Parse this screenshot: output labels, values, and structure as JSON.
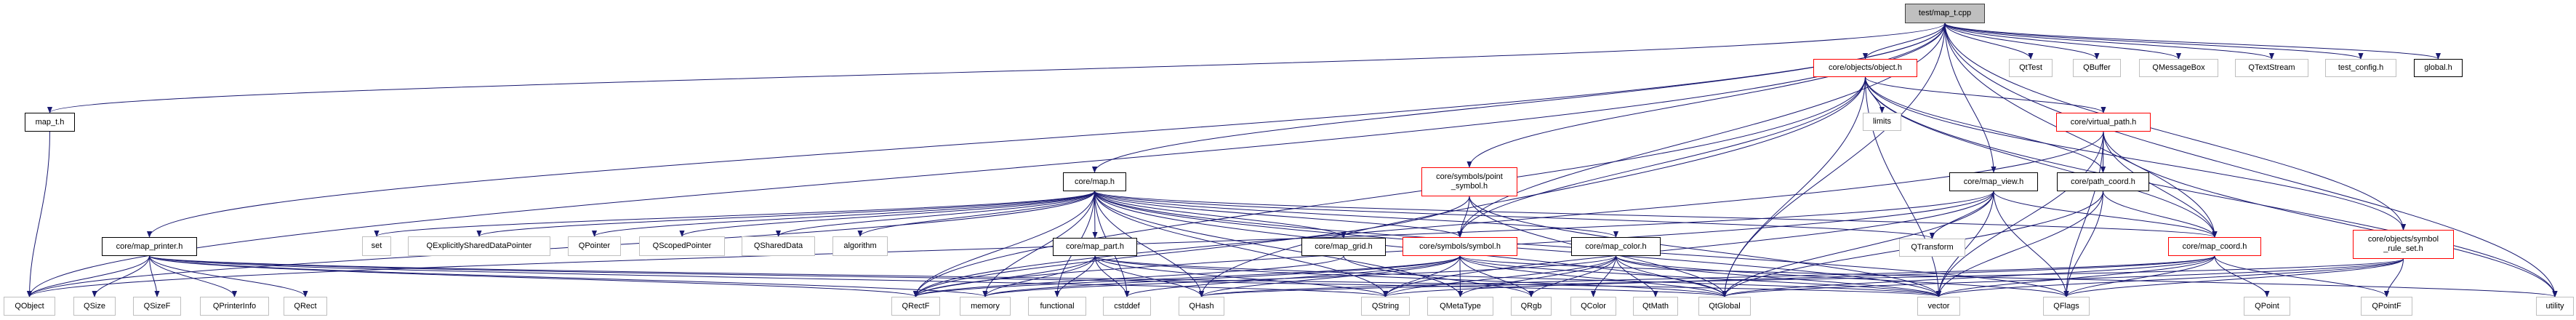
{
  "title": "test/map_t.cpp",
  "colors": {
    "edge": "#191970",
    "root_fill": "#bfbfbf",
    "local_border": "#000000",
    "truncated_border": "#ff0000",
    "external_border": "#bfbfbf"
  },
  "legend_kinds": {
    "root": "file being documented",
    "local": "documented header",
    "trunc": "header with truncated include graph",
    "ext": "external / system header"
  },
  "nodes": [
    {
      "id": "root",
      "label": "test/map_t.cpp",
      "kind": "root"
    },
    {
      "id": "map_t_h",
      "label": "map_t.h",
      "kind": "local"
    },
    {
      "id": "object_h",
      "label": "core/objects/object.h",
      "kind": "trunc"
    },
    {
      "id": "QtTest",
      "label": "QtTest",
      "kind": "ext"
    },
    {
      "id": "QBuffer",
      "label": "QBuffer",
      "kind": "ext"
    },
    {
      "id": "QMessageBox",
      "label": "QMessageBox",
      "kind": "ext"
    },
    {
      "id": "QTextStream",
      "label": "QTextStream",
      "kind": "ext"
    },
    {
      "id": "test_config_h",
      "label": "test_config.h",
      "kind": "ext"
    },
    {
      "id": "global_h",
      "label": "global.h",
      "kind": "local"
    },
    {
      "id": "limits",
      "label": "limits",
      "kind": "ext"
    },
    {
      "id": "virtual_path_h",
      "label": "core/virtual_path.h",
      "kind": "trunc"
    },
    {
      "id": "map_h",
      "label": "core/map.h",
      "kind": "local"
    },
    {
      "id": "point_symbol_h",
      "label": "core/symbols/point\n_symbol.h",
      "kind": "trunc"
    },
    {
      "id": "map_view_h",
      "label": "core/map_view.h",
      "kind": "local"
    },
    {
      "id": "path_coord_h",
      "label": "core/path_coord.h",
      "kind": "local"
    },
    {
      "id": "map_printer_h",
      "label": "core/map_printer.h",
      "kind": "local"
    },
    {
      "id": "set",
      "label": "set",
      "kind": "ext"
    },
    {
      "id": "QExplicitlySharedDataPointer",
      "label": "QExplicitlySharedDataPointer",
      "kind": "ext"
    },
    {
      "id": "QPointer",
      "label": "QPointer",
      "kind": "ext"
    },
    {
      "id": "QScopedPointer",
      "label": "QScopedPointer",
      "kind": "ext"
    },
    {
      "id": "QSharedData",
      "label": "QSharedData",
      "kind": "ext"
    },
    {
      "id": "algorithm",
      "label": "algorithm",
      "kind": "ext"
    },
    {
      "id": "map_part_h",
      "label": "core/map_part.h",
      "kind": "local"
    },
    {
      "id": "map_grid_h",
      "label": "core/map_grid.h",
      "kind": "local"
    },
    {
      "id": "symbol_h",
      "label": "core/symbols/symbol.h",
      "kind": "trunc"
    },
    {
      "id": "map_color_h",
      "label": "core/map_color.h",
      "kind": "local"
    },
    {
      "id": "QTransform",
      "label": "QTransform",
      "kind": "ext"
    },
    {
      "id": "map_coord_h",
      "label": "core/map_coord.h",
      "kind": "trunc"
    },
    {
      "id": "symbol_rule_set_h",
      "label": "core/objects/symbol\n_rule_set.h",
      "kind": "trunc"
    },
    {
      "id": "QObject",
      "label": "QObject",
      "kind": "ext"
    },
    {
      "id": "QSize",
      "label": "QSize",
      "kind": "ext"
    },
    {
      "id": "QSizeF",
      "label": "QSizeF",
      "kind": "ext"
    },
    {
      "id": "QPrinterInfo",
      "label": "QPrinterInfo",
      "kind": "ext"
    },
    {
      "id": "QRect",
      "label": "QRect",
      "kind": "ext"
    },
    {
      "id": "QRectF",
      "label": "QRectF",
      "kind": "ext"
    },
    {
      "id": "memory",
      "label": "memory",
      "kind": "ext"
    },
    {
      "id": "functional",
      "label": "functional",
      "kind": "ext"
    },
    {
      "id": "cstddef",
      "label": "cstddef",
      "kind": "ext"
    },
    {
      "id": "QHash",
      "label": "QHash",
      "kind": "ext"
    },
    {
      "id": "QString",
      "label": "QString",
      "kind": "ext"
    },
    {
      "id": "QMetaType",
      "label": "QMetaType",
      "kind": "ext"
    },
    {
      "id": "QRgb",
      "label": "QRgb",
      "kind": "ext"
    },
    {
      "id": "QColor",
      "label": "QColor",
      "kind": "ext"
    },
    {
      "id": "QtMath",
      "label": "QtMath",
      "kind": "ext"
    },
    {
      "id": "QtGlobal",
      "label": "QtGlobal",
      "kind": "ext"
    },
    {
      "id": "vector",
      "label": "vector",
      "kind": "ext"
    },
    {
      "id": "QFlags",
      "label": "QFlags",
      "kind": "ext"
    },
    {
      "id": "QPoint",
      "label": "QPoint",
      "kind": "ext"
    },
    {
      "id": "QPointF",
      "label": "QPointF",
      "kind": "ext"
    },
    {
      "id": "utility",
      "label": "utility",
      "kind": "ext"
    }
  ],
  "edges": [
    [
      "root",
      "map_t_h"
    ],
    [
      "root",
      "object_h"
    ],
    [
      "root",
      "QtTest"
    ],
    [
      "root",
      "QBuffer"
    ],
    [
      "root",
      "QMessageBox"
    ],
    [
      "root",
      "QTextStream"
    ],
    [
      "root",
      "test_config_h"
    ],
    [
      "root",
      "global_h"
    ],
    [
      "root",
      "map_h"
    ],
    [
      "root",
      "map_view_h"
    ],
    [
      "root",
      "map_printer_h"
    ],
    [
      "root",
      "point_symbol_h"
    ],
    [
      "root",
      "symbol_h"
    ],
    [
      "root",
      "map_coord_h"
    ],
    [
      "root",
      "QtGlobal"
    ],
    [
      "root",
      "utility"
    ],
    [
      "root",
      "symbol_rule_set_h"
    ],
    [
      "root",
      "QObject"
    ],
    [
      "map_t_h",
      "QObject"
    ],
    [
      "object_h",
      "limits"
    ],
    [
      "object_h",
      "virtual_path_h"
    ],
    [
      "object_h",
      "path_coord_h"
    ],
    [
      "object_h",
      "map_coord_h"
    ],
    [
      "object_h",
      "symbol_h"
    ],
    [
      "object_h",
      "QRectF"
    ],
    [
      "object_h",
      "QHash"
    ],
    [
      "object_h",
      "vector"
    ],
    [
      "object_h",
      "QtGlobal"
    ],
    [
      "object_h",
      "utility"
    ],
    [
      "object_h",
      "symbol_rule_set_h"
    ],
    [
      "virtual_path_h",
      "path_coord_h"
    ],
    [
      "virtual_path_h",
      "map_coord_h"
    ],
    [
      "virtual_path_h",
      "QRectF"
    ],
    [
      "virtual_path_h",
      "vector"
    ],
    [
      "virtual_path_h",
      "QFlags"
    ],
    [
      "virtual_path_h",
      "utility"
    ],
    [
      "map_h",
      "QObject"
    ],
    [
      "map_h",
      "set"
    ],
    [
      "map_h",
      "QExplicitlySharedDataPointer"
    ],
    [
      "map_h",
      "QPointer"
    ],
    [
      "map_h",
      "QScopedPointer"
    ],
    [
      "map_h",
      "QSharedData"
    ],
    [
      "map_h",
      "algorithm"
    ],
    [
      "map_h",
      "map_part_h"
    ],
    [
      "map_h",
      "map_grid_h"
    ],
    [
      "map_h",
      "symbol_h"
    ],
    [
      "map_h",
      "map_color_h"
    ],
    [
      "map_h",
      "map_coord_h"
    ],
    [
      "map_h",
      "QRectF"
    ],
    [
      "map_h",
      "memory"
    ],
    [
      "map_h",
      "functional"
    ],
    [
      "map_h",
      "cstddef"
    ],
    [
      "map_h",
      "QHash"
    ],
    [
      "map_h",
      "QString"
    ],
    [
      "map_h",
      "QMetaType"
    ],
    [
      "map_h",
      "QtGlobal"
    ],
    [
      "map_h",
      "vector"
    ],
    [
      "map_h",
      "QTransform"
    ],
    [
      "map_h",
      "QFlags"
    ],
    [
      "point_symbol_h",
      "symbol_h"
    ],
    [
      "point_symbol_h",
      "vector"
    ],
    [
      "point_symbol_h",
      "QtGlobal"
    ],
    [
      "point_symbol_h",
      "QRectF"
    ],
    [
      "map_view_h",
      "QTransform"
    ],
    [
      "map_view_h",
      "QObject"
    ],
    [
      "map_view_h",
      "map_coord_h"
    ],
    [
      "map_view_h",
      "QtGlobal"
    ],
    [
      "map_view_h",
      "vector"
    ],
    [
      "map_view_h",
      "QFlags"
    ],
    [
      "map_view_h",
      "QRectF"
    ],
    [
      "map_view_h",
      "QString"
    ],
    [
      "path_coord_h",
      "map_coord_h"
    ],
    [
      "path_coord_h",
      "vector"
    ],
    [
      "path_coord_h",
      "QtGlobal"
    ],
    [
      "path_coord_h",
      "QFlags"
    ],
    [
      "map_printer_h",
      "QObject"
    ],
    [
      "map_printer_h",
      "QSize"
    ],
    [
      "map_printer_h",
      "QSizeF"
    ],
    [
      "map_printer_h",
      "QPrinterInfo"
    ],
    [
      "map_printer_h",
      "QRect"
    ],
    [
      "map_printer_h",
      "QRectF"
    ],
    [
      "map_printer_h",
      "memory"
    ],
    [
      "map_printer_h",
      "QString"
    ],
    [
      "map_printer_h",
      "vector"
    ],
    [
      "map_printer_h",
      "QtGlobal"
    ],
    [
      "map_part_h",
      "memory"
    ],
    [
      "map_part_h",
      "functional"
    ],
    [
      "map_part_h",
      "cstddef"
    ],
    [
      "map_part_h",
      "QHash"
    ],
    [
      "map_part_h",
      "QString"
    ],
    [
      "map_part_h",
      "vector"
    ],
    [
      "map_part_h",
      "QtGlobal"
    ],
    [
      "map_part_h",
      "QRectF"
    ],
    [
      "map_grid_h",
      "QRgb"
    ],
    [
      "map_grid_h",
      "QRectF"
    ],
    [
      "symbol_h",
      "QString"
    ],
    [
      "symbol_h",
      "QMetaType"
    ],
    [
      "symbol_h",
      "QRgb"
    ],
    [
      "symbol_h",
      "QHash"
    ],
    [
      "symbol_h",
      "memory"
    ],
    [
      "symbol_h",
      "QtGlobal"
    ],
    [
      "symbol_h",
      "vector"
    ],
    [
      "symbol_h",
      "QRectF"
    ],
    [
      "symbol_h",
      "cstddef"
    ],
    [
      "symbol_h",
      "utility"
    ],
    [
      "map_color_h",
      "QRgb"
    ],
    [
      "map_color_h",
      "QColor"
    ],
    [
      "map_color_h",
      "QtMath"
    ],
    [
      "map_color_h",
      "QtGlobal"
    ],
    [
      "map_color_h",
      "QString"
    ],
    [
      "map_color_h",
      "vector"
    ],
    [
      "map_color_h",
      "QFlags"
    ],
    [
      "map_color_h",
      "QMetaType"
    ],
    [
      "map_color_h",
      "memory"
    ],
    [
      "map_coord_h",
      "QPoint"
    ],
    [
      "map_coord_h",
      "QPointF"
    ],
    [
      "map_coord_h",
      "QFlags"
    ],
    [
      "map_coord_h",
      "vector"
    ],
    [
      "map_coord_h",
      "QtGlobal"
    ],
    [
      "map_coord_h",
      "QString"
    ],
    [
      "map_coord_h",
      "QHash"
    ],
    [
      "symbol_rule_set_h",
      "vector"
    ],
    [
      "symbol_rule_set_h",
      "QtGlobal"
    ],
    [
      "symbol_rule_set_h",
      "QHash"
    ],
    [
      "symbol_rule_set_h",
      "QPointF"
    ],
    [
      "symbol_rule_set_h",
      "QFlags"
    ]
  ]
}
